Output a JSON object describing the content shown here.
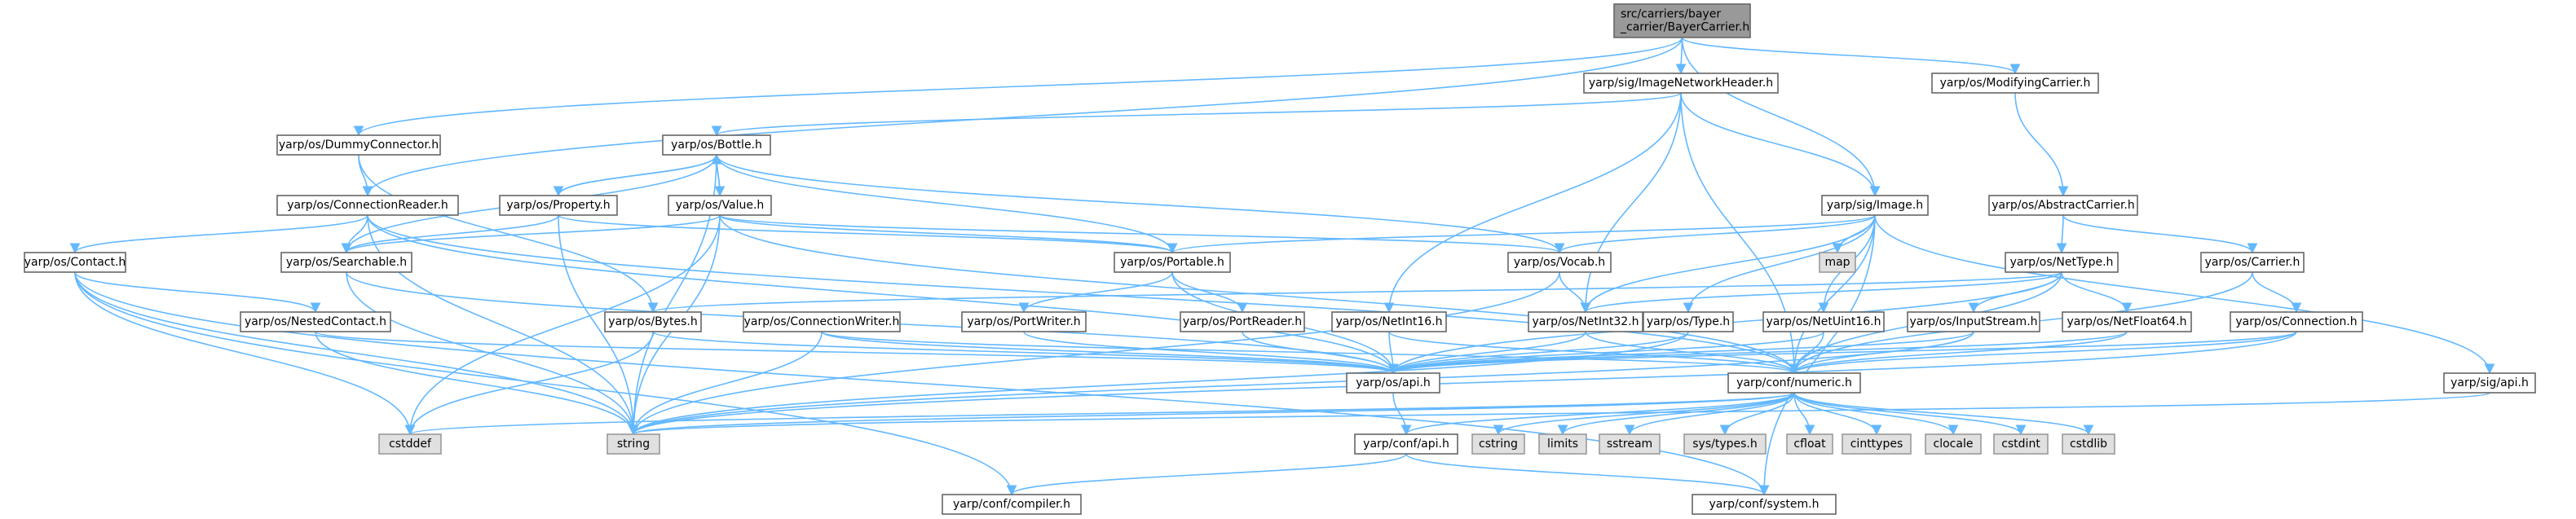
{
  "graph": {
    "nodes": [
      {
        "id": "root",
        "lines": [
          "src/carriers/bayer",
          "_carrier/BayerCarrier.h"
        ],
        "kind": "root"
      },
      {
        "id": "imgnet",
        "lines": [
          "yarp/sig/ImageNetworkHeader.h"
        ],
        "kind": "header"
      },
      {
        "id": "modcar",
        "lines": [
          "yarp/os/ModifyingCarrier.h"
        ],
        "kind": "header"
      },
      {
        "id": "dummy",
        "lines": [
          "yarp/os/DummyConnector.h"
        ],
        "kind": "header"
      },
      {
        "id": "bottle",
        "lines": [
          "yarp/os/Bottle.h"
        ],
        "kind": "header"
      },
      {
        "id": "connreader",
        "lines": [
          "yarp/os/ConnectionReader.h"
        ],
        "kind": "header"
      },
      {
        "id": "property",
        "lines": [
          "yarp/os/Property.h"
        ],
        "kind": "header"
      },
      {
        "id": "value",
        "lines": [
          "yarp/os/Value.h"
        ],
        "kind": "header"
      },
      {
        "id": "image",
        "lines": [
          "yarp/sig/Image.h"
        ],
        "kind": "header"
      },
      {
        "id": "abscar",
        "lines": [
          "yarp/os/AbstractCarrier.h"
        ],
        "kind": "header"
      },
      {
        "id": "contact",
        "lines": [
          "yarp/os/Contact.h"
        ],
        "kind": "header"
      },
      {
        "id": "searchable",
        "lines": [
          "yarp/os/Searchable.h"
        ],
        "kind": "header"
      },
      {
        "id": "portable",
        "lines": [
          "yarp/os/Portable.h"
        ],
        "kind": "header"
      },
      {
        "id": "vocab",
        "lines": [
          "yarp/os/Vocab.h"
        ],
        "kind": "header"
      },
      {
        "id": "map",
        "lines": [
          "map"
        ],
        "kind": "external"
      },
      {
        "id": "nettype",
        "lines": [
          "yarp/os/NetType.h"
        ],
        "kind": "header"
      },
      {
        "id": "carrier",
        "lines": [
          "yarp/os/Carrier.h"
        ],
        "kind": "header"
      },
      {
        "id": "nested",
        "lines": [
          "yarp/os/NestedContact.h"
        ],
        "kind": "header"
      },
      {
        "id": "bytes",
        "lines": [
          "yarp/os/Bytes.h"
        ],
        "kind": "header"
      },
      {
        "id": "connwriter",
        "lines": [
          "yarp/os/ConnectionWriter.h"
        ],
        "kind": "header"
      },
      {
        "id": "portwriter",
        "lines": [
          "yarp/os/PortWriter.h"
        ],
        "kind": "header"
      },
      {
        "id": "portreader",
        "lines": [
          "yarp/os/PortReader.h"
        ],
        "kind": "header"
      },
      {
        "id": "netint16",
        "lines": [
          "yarp/os/NetInt16.h"
        ],
        "kind": "header"
      },
      {
        "id": "netint32",
        "lines": [
          "yarp/os/NetInt32.h"
        ],
        "kind": "header"
      },
      {
        "id": "type",
        "lines": [
          "yarp/os/Type.h"
        ],
        "kind": "header"
      },
      {
        "id": "netuint16",
        "lines": [
          "yarp/os/NetUint16.h"
        ],
        "kind": "header"
      },
      {
        "id": "inputstream",
        "lines": [
          "yarp/os/InputStream.h"
        ],
        "kind": "header"
      },
      {
        "id": "netfloat64",
        "lines": [
          "yarp/os/NetFloat64.h"
        ],
        "kind": "header"
      },
      {
        "id": "connection",
        "lines": [
          "yarp/os/Connection.h"
        ],
        "kind": "header"
      },
      {
        "id": "sigapi",
        "lines": [
          "yarp/sig/api.h"
        ],
        "kind": "header"
      },
      {
        "id": "osapi",
        "lines": [
          "yarp/os/api.h"
        ],
        "kind": "header"
      },
      {
        "id": "numeric",
        "lines": [
          "yarp/conf/numeric.h"
        ],
        "kind": "header"
      },
      {
        "id": "cstddef",
        "lines": [
          "cstddef"
        ],
        "kind": "external"
      },
      {
        "id": "string",
        "lines": [
          "string"
        ],
        "kind": "external"
      },
      {
        "id": "confapi",
        "lines": [
          "yarp/conf/api.h"
        ],
        "kind": "header"
      },
      {
        "id": "cstring",
        "lines": [
          "cstring"
        ],
        "kind": "external"
      },
      {
        "id": "limits",
        "lines": [
          "limits"
        ],
        "kind": "external"
      },
      {
        "id": "sstream",
        "lines": [
          "sstream"
        ],
        "kind": "external"
      },
      {
        "id": "systypes",
        "lines": [
          "sys/types.h"
        ],
        "kind": "external"
      },
      {
        "id": "cfloat",
        "lines": [
          "cfloat"
        ],
        "kind": "external"
      },
      {
        "id": "cinttypes",
        "lines": [
          "cinttypes"
        ],
        "kind": "external"
      },
      {
        "id": "clocale",
        "lines": [
          "clocale"
        ],
        "kind": "external"
      },
      {
        "id": "cstdint",
        "lines": [
          "cstdint"
        ],
        "kind": "external"
      },
      {
        "id": "cstdlib",
        "lines": [
          "cstdlib"
        ],
        "kind": "external"
      },
      {
        "id": "compiler",
        "lines": [
          "yarp/conf/compiler.h"
        ],
        "kind": "header"
      },
      {
        "id": "system",
        "lines": [
          "yarp/conf/system.h"
        ],
        "kind": "header"
      }
    ],
    "edges": [
      [
        "root",
        "imgnet"
      ],
      [
        "root",
        "modcar"
      ],
      [
        "root",
        "dummy"
      ],
      [
        "root",
        "connreader"
      ],
      [
        "root",
        "image"
      ],
      [
        "imgnet",
        "bottle"
      ],
      [
        "imgnet",
        "image"
      ],
      [
        "imgnet",
        "netint32"
      ],
      [
        "imgnet",
        "netint16"
      ],
      [
        "imgnet",
        "numeric"
      ],
      [
        "modcar",
        "abscar"
      ],
      [
        "dummy",
        "connreader"
      ],
      [
        "dummy",
        "bytes"
      ],
      [
        "bottle",
        "property"
      ],
      [
        "bottle",
        "value"
      ],
      [
        "bottle",
        "searchable"
      ],
      [
        "bottle",
        "portable"
      ],
      [
        "bottle",
        "vocab"
      ],
      [
        "bottle",
        "string"
      ],
      [
        "connreader",
        "contact"
      ],
      [
        "connreader",
        "searchable"
      ],
      [
        "connreader",
        "osapi"
      ],
      [
        "connreader",
        "numeric"
      ],
      [
        "connreader",
        "string"
      ],
      [
        "property",
        "bottle"
      ],
      [
        "property",
        "searchable"
      ],
      [
        "property",
        "portable"
      ],
      [
        "property",
        "string"
      ],
      [
        "value",
        "bottle"
      ],
      [
        "value",
        "searchable"
      ],
      [
        "value",
        "portable"
      ],
      [
        "value",
        "vocab"
      ],
      [
        "value",
        "numeric"
      ],
      [
        "value",
        "string"
      ],
      [
        "value",
        "cstddef"
      ],
      [
        "image",
        "portable"
      ],
      [
        "image",
        "vocab"
      ],
      [
        "image",
        "map"
      ],
      [
        "image",
        "netint32"
      ],
      [
        "image",
        "netuint16"
      ],
      [
        "image",
        "type"
      ],
      [
        "image",
        "sigapi"
      ],
      [
        "image",
        "system"
      ],
      [
        "image",
        "numeric"
      ],
      [
        "abscar",
        "carrier"
      ],
      [
        "abscar",
        "nettype"
      ],
      [
        "contact",
        "nested"
      ],
      [
        "contact",
        "string"
      ],
      [
        "contact",
        "compiler"
      ],
      [
        "contact",
        "system"
      ],
      [
        "contact",
        "cstddef"
      ],
      [
        "searchable",
        "osapi"
      ],
      [
        "searchable",
        "string"
      ],
      [
        "portable",
        "portwriter"
      ],
      [
        "portable",
        "portreader"
      ],
      [
        "portable",
        "osapi"
      ],
      [
        "vocab",
        "netint32"
      ],
      [
        "vocab",
        "string"
      ],
      [
        "nettype",
        "netint32"
      ],
      [
        "nettype",
        "netfloat64"
      ],
      [
        "nettype",
        "inputstream"
      ],
      [
        "nettype",
        "osapi"
      ],
      [
        "nettype",
        "bytes"
      ],
      [
        "nettype",
        "numeric"
      ],
      [
        "carrier",
        "connection"
      ],
      [
        "carrier",
        "numeric"
      ],
      [
        "nested",
        "osapi"
      ],
      [
        "nested",
        "string"
      ],
      [
        "bytes",
        "cstddef"
      ],
      [
        "bytes",
        "osapi"
      ],
      [
        "connwriter",
        "osapi"
      ],
      [
        "connwriter",
        "numeric"
      ],
      [
        "connwriter",
        "string"
      ],
      [
        "portwriter",
        "osapi"
      ],
      [
        "portreader",
        "osapi"
      ],
      [
        "netint16",
        "osapi"
      ],
      [
        "netint16",
        "numeric"
      ],
      [
        "netint32",
        "osapi"
      ],
      [
        "netint32",
        "numeric"
      ],
      [
        "type",
        "osapi"
      ],
      [
        "type",
        "string"
      ],
      [
        "netuint16",
        "osapi"
      ],
      [
        "netuint16",
        "numeric"
      ],
      [
        "inputstream",
        "osapi"
      ],
      [
        "inputstream",
        "numeric"
      ],
      [
        "inputstream",
        "string"
      ],
      [
        "netfloat64",
        "osapi"
      ],
      [
        "netfloat64",
        "numeric"
      ],
      [
        "connection",
        "osapi"
      ],
      [
        "connection",
        "numeric"
      ],
      [
        "connection",
        "string"
      ],
      [
        "sigapi",
        "string"
      ],
      [
        "osapi",
        "confapi"
      ],
      [
        "numeric",
        "confapi"
      ],
      [
        "numeric",
        "cstddef"
      ],
      [
        "numeric",
        "string"
      ],
      [
        "numeric",
        "cstring"
      ],
      [
        "numeric",
        "limits"
      ],
      [
        "numeric",
        "sstream"
      ],
      [
        "numeric",
        "systypes"
      ],
      [
        "numeric",
        "cfloat"
      ],
      [
        "numeric",
        "cinttypes"
      ],
      [
        "numeric",
        "clocale"
      ],
      [
        "numeric",
        "cstdint"
      ],
      [
        "numeric",
        "cstdlib"
      ],
      [
        "confapi",
        "compiler"
      ],
      [
        "confapi",
        "system"
      ]
    ]
  }
}
